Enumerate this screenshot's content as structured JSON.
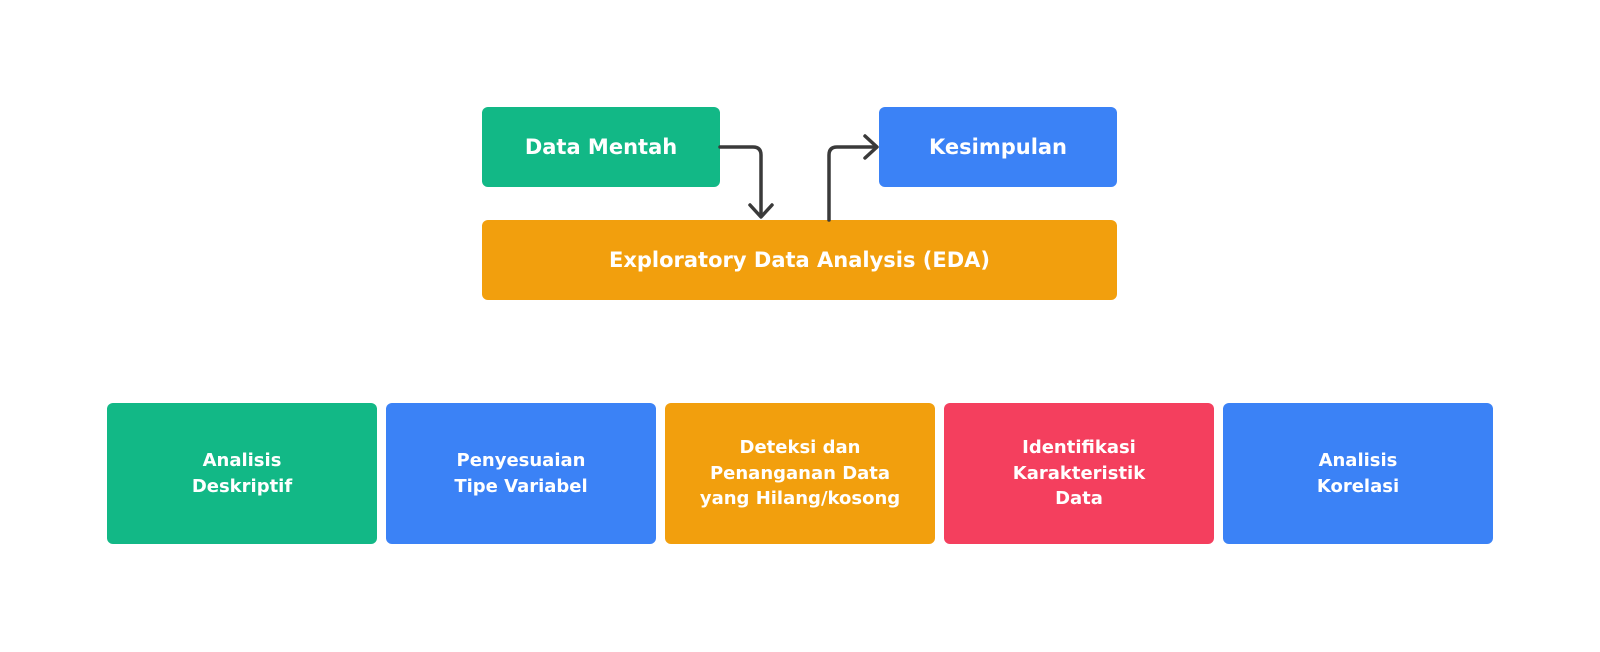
{
  "colors": {
    "green": "#12b886",
    "blue": "#3b82f6",
    "orange": "#f29f0d",
    "red": "#f43f5e",
    "arrow": "#3a3a3a"
  },
  "flow": {
    "raw_data": "Data Mentah",
    "conclusion": "Kesimpulan",
    "eda": "Exploratory Data Analysis (EDA)"
  },
  "steps": [
    {
      "label": "Analisis\nDeskriptif",
      "color": "#12b886"
    },
    {
      "label": "Penyesuaian\nTipe Variabel",
      "color": "#3b82f6"
    },
    {
      "label": "Deteksi dan\nPenanganan Data\nyang Hilang/kosong",
      "color": "#f29f0d"
    },
    {
      "label": "Identifikasi\nKarakteristik\nData",
      "color": "#f43f5e"
    },
    {
      "label": "Analisis\nKorelasi",
      "color": "#3b82f6"
    }
  ]
}
